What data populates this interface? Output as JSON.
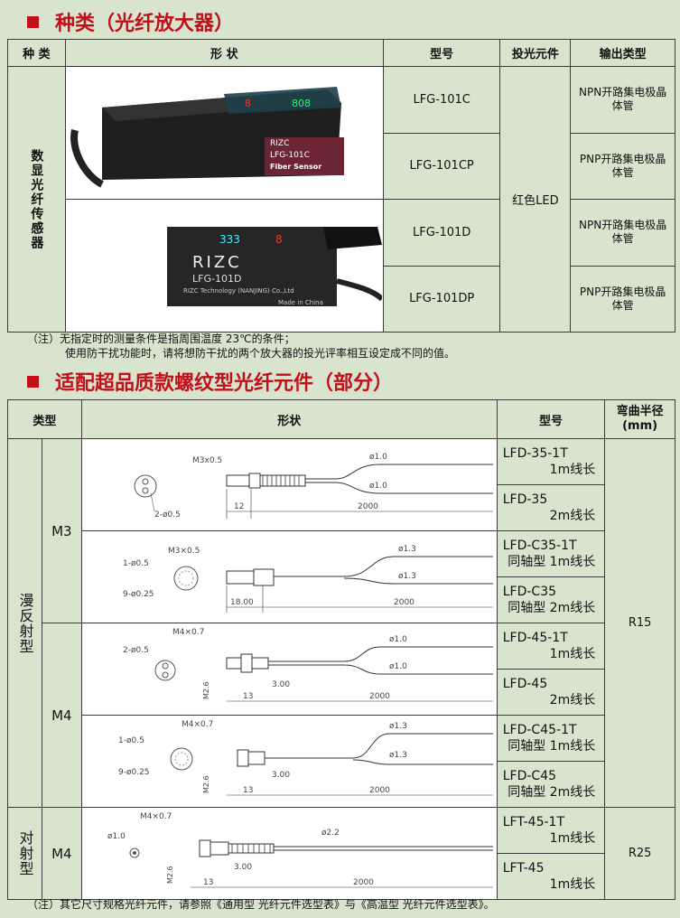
{
  "section1": {
    "title": "种类（光纤放大器）",
    "headers": [
      "种 类",
      "形 状",
      "型号",
      "投光元件",
      "输出类型"
    ],
    "category": "数显光纤传感器",
    "models": [
      "LFG-101C",
      "LFG-101CP",
      "LFG-101D",
      "LFG-101DP"
    ],
    "light_element": "红色LED",
    "outputs": [
      "NPN开路集电极晶体管",
      "PNP开路集电极晶体管",
      "NPN开路集电极晶体管",
      "PNP开路集电极晶体管"
    ],
    "product1": {
      "brand": "RIZC",
      "model": "LFG-101C",
      "desc": "Fiber Sensor",
      "display": "808"
    },
    "product2": {
      "brand": "RIZC",
      "model": "LFG-101D",
      "company": "RIZC Technology (NANJING) Co.,Ltd",
      "made": "Made in China",
      "display": "333",
      "digit": "8"
    },
    "note_label": "（注）",
    "note_line1": "无指定时的测量条件是指周围温度 23℃的条件；",
    "note_line2": "使用防干扰功能时，请将想防干扰的两个放大器的投光评率相互设定成不同的值。"
  },
  "section2": {
    "title": "适配超品质款螺纹型光纤元件（部分）",
    "headers": [
      "类型",
      "形状",
      "型号",
      "弯曲半径\n(mm)"
    ],
    "type_reflect": "漫反射型",
    "type_through": "对射型",
    "threads": [
      "M3",
      "M4",
      "M4"
    ],
    "radius": [
      "R15",
      "R25"
    ],
    "models": [
      {
        "name": "LFD-35-1T",
        "len": "1m线长"
      },
      {
        "name": "LFD-35",
        "len": "2m线长"
      },
      {
        "name": "LFD-C35-1T",
        "len": "同轴型 1m线长"
      },
      {
        "name": "LFD-C35",
        "len": "同轴型 2m线长"
      },
      {
        "name": "LFD-45-1T",
        "len": "1m线长"
      },
      {
        "name": "LFD-45",
        "len": "2m线长"
      },
      {
        "name": "LFD-C45-1T",
        "len": "同轴型 1m线长"
      },
      {
        "name": "LFD-C45",
        "len": "同轴型 2m线长"
      },
      {
        "name": "LFT-45-1T",
        "len": "1m线长"
      },
      {
        "name": "LFT-45",
        "len": "1m线长"
      }
    ],
    "drawings": {
      "d1": {
        "thread": "M3x0.5",
        "phi": "ø1.0",
        "hole": "2-ø0.5",
        "a": "12",
        "b": "2000"
      },
      "d2": {
        "thread": "M3×0.5",
        "phi": "ø1.3",
        "h1": "1-ø0.5",
        "h2": "9-ø0.25",
        "a": "18.00",
        "b": "2000"
      },
      "d3": {
        "thread": "M4×0.7",
        "phi": "ø1.0",
        "hole": "2-ø0.5",
        "m": "M2.6",
        "c": "3.00",
        "a": "13",
        "b": "2000"
      },
      "d4": {
        "thread": "M4×0.7",
        "phi": "ø1.3",
        "h1": "1-ø0.5",
        "h2": "9-ø0.25",
        "m": "M2.6",
        "c": "3.00",
        "a": "13",
        "b": "2000"
      },
      "d5": {
        "thread": "M4×0.7",
        "phi": "ø2.2",
        "hole": "ø1.0",
        "m": "M2.6",
        "c": "3.00",
        "a": "13",
        "b": "2000"
      }
    },
    "note": "（注）其它尺寸规格光纤元件，请参照《通用型 光纤元件选型表》与《高温型 光纤元件选型表》。"
  }
}
